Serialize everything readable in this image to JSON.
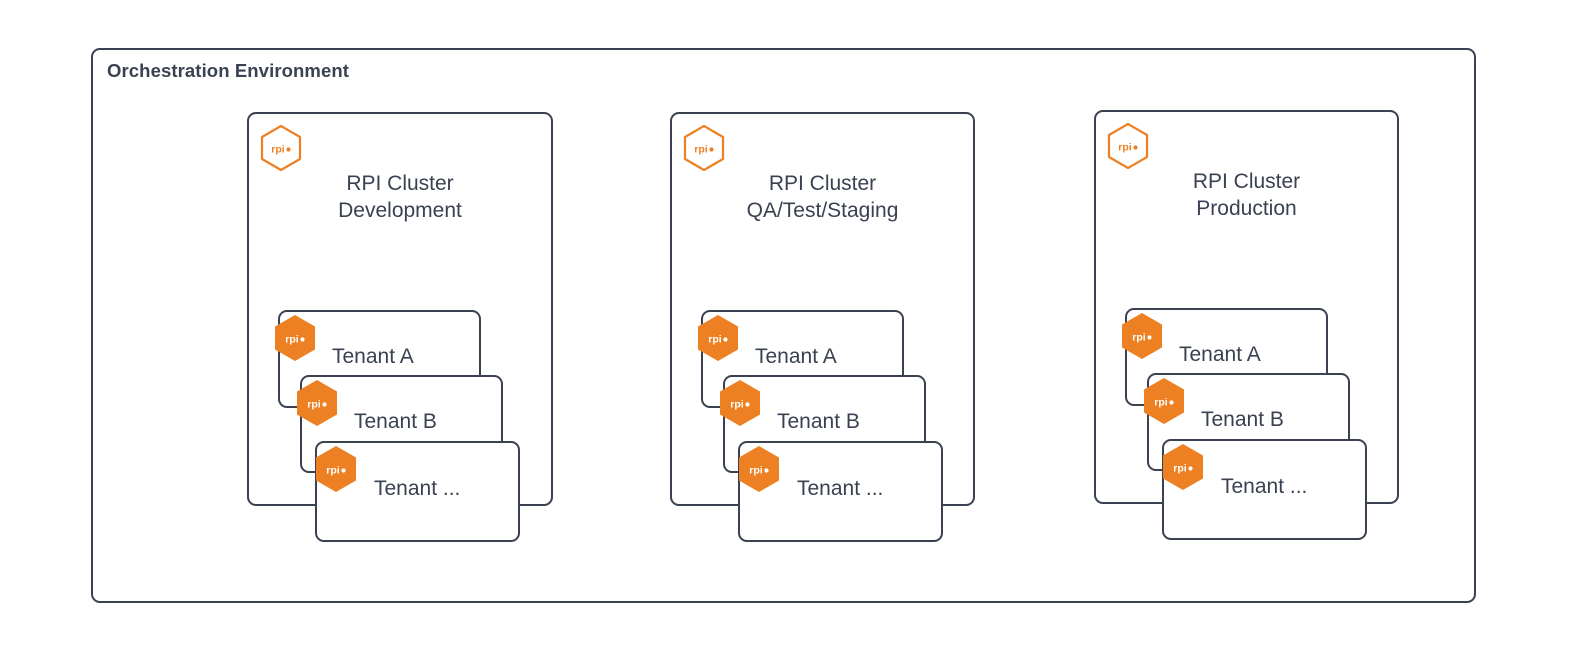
{
  "diagram": {
    "background_color": "#ffffff",
    "stroke_color": "#3a4151",
    "brand_color": "#ed8022",
    "title": "Orchestration Environment"
  },
  "logo": {
    "text": "rpi",
    "dot": "•",
    "name": "rpi-hexagon-logo"
  },
  "clusters": [
    {
      "id": "development",
      "title": "RPI Cluster\nDevelopment",
      "title_line_1": "RPI Cluster",
      "title_line_2": "Development",
      "tenants": [
        {
          "label": "Tenant A"
        },
        {
          "label": "Tenant B"
        },
        {
          "label": "Tenant ..."
        }
      ]
    },
    {
      "id": "qa-test-staging",
      "title": "RPI Cluster\nQA/Test/Staging",
      "title_line_1": "RPI Cluster",
      "title_line_2": "QA/Test/Staging",
      "tenants": [
        {
          "label": "Tenant A"
        },
        {
          "label": "Tenant B"
        },
        {
          "label": "Tenant ..."
        }
      ]
    },
    {
      "id": "production",
      "title": "RPI Cluster\nProduction",
      "title_line_1": "RPI Cluster",
      "title_line_2": "Production",
      "tenants": [
        {
          "label": "Tenant A"
        },
        {
          "label": "Tenant B"
        },
        {
          "label": "Tenant ..."
        }
      ]
    }
  ]
}
